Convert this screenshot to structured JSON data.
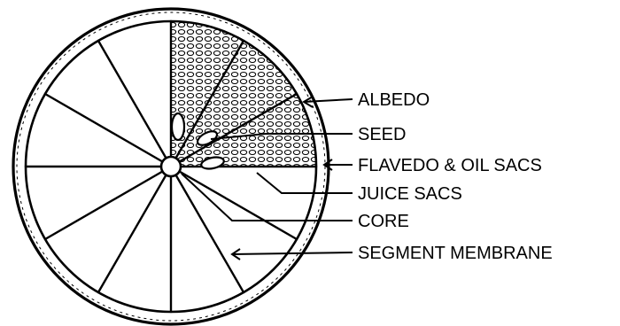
{
  "labels": {
    "albedo": "ALBEDO",
    "seed": "SEED",
    "flavedo": "FLAVEDO & OIL SACS",
    "juice_sacs": "JUICE SACS",
    "core": "CORE",
    "segment_membrane": "SEGMENT MEMBRANE"
  },
  "colors": {
    "ink": "#000000",
    "paper": "#ffffff"
  },
  "segment_count": 12
}
